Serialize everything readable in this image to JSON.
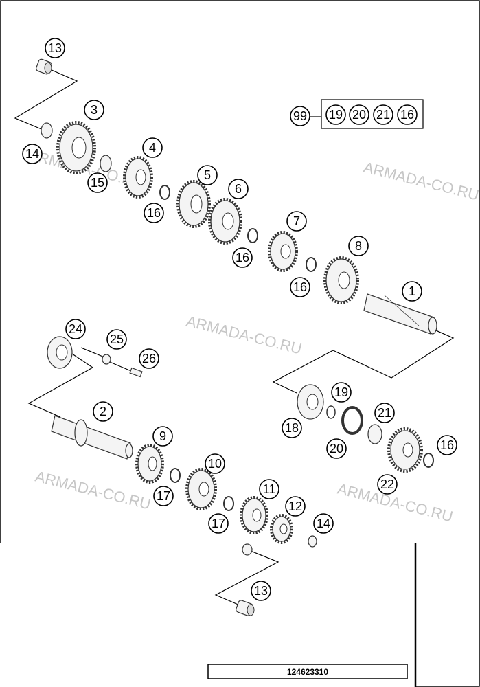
{
  "callouts": [
    {
      "id": "13a",
      "label": "13"
    },
    {
      "id": "14a",
      "label": "14"
    },
    {
      "id": "3",
      "label": "3"
    },
    {
      "id": "15",
      "label": "15"
    },
    {
      "id": "4",
      "label": "4"
    },
    {
      "id": "16a",
      "label": "16"
    },
    {
      "id": "5",
      "label": "5"
    },
    {
      "id": "6",
      "label": "6"
    },
    {
      "id": "16b",
      "label": "16"
    },
    {
      "id": "7",
      "label": "7"
    },
    {
      "id": "16c",
      "label": "16"
    },
    {
      "id": "8",
      "label": "8"
    },
    {
      "id": "1",
      "label": "1"
    },
    {
      "id": "24",
      "label": "24"
    },
    {
      "id": "25",
      "label": "25"
    },
    {
      "id": "26",
      "label": "26"
    },
    {
      "id": "2",
      "label": "2"
    },
    {
      "id": "9",
      "label": "9"
    },
    {
      "id": "17a",
      "label": "17"
    },
    {
      "id": "10",
      "label": "10"
    },
    {
      "id": "17b",
      "label": "17"
    },
    {
      "id": "11",
      "label": "11"
    },
    {
      "id": "12",
      "label": "12"
    },
    {
      "id": "14b",
      "label": "14"
    },
    {
      "id": "13b",
      "label": "13"
    },
    {
      "id": "19",
      "label": "19"
    },
    {
      "id": "18",
      "label": "18"
    },
    {
      "id": "21",
      "label": "21"
    },
    {
      "id": "20",
      "label": "20"
    },
    {
      "id": "16d",
      "label": "16"
    },
    {
      "id": "22",
      "label": "22"
    }
  ],
  "kit": {
    "label": "99",
    "items": [
      "19",
      "20",
      "21",
      "16"
    ]
  },
  "watermarks": [
    "ARMADA-CO.RU",
    "ARMADA-CO.RU",
    "ARMADA-CO.RU",
    "ARMADA-CO.RU",
    "ARMADA-CO.RU"
  ],
  "reference_number": "124623310"
}
